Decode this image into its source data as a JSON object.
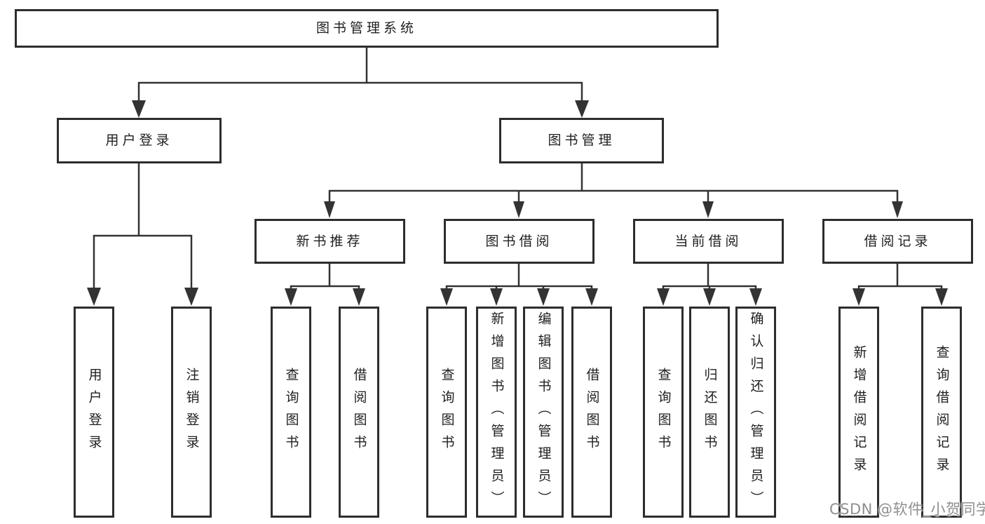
{
  "root": {
    "label": "图书管理系统"
  },
  "level2": [
    {
      "label": "用户登录"
    },
    {
      "label": "图书管理"
    }
  ],
  "level3": [
    {
      "label": "新书推荐"
    },
    {
      "label": "图书借阅"
    },
    {
      "label": "当前借阅"
    },
    {
      "label": "借阅记录"
    }
  ],
  "leaves": [
    {
      "label": "用户登录"
    },
    {
      "label": "注销登录"
    },
    {
      "label": "查询图书"
    },
    {
      "label": "借阅图书"
    },
    {
      "label": "查询图书"
    },
    {
      "label": "新增图书（管理员）"
    },
    {
      "label": "编辑图书（管理员）"
    },
    {
      "label": "借阅图书"
    },
    {
      "label": "查询图书"
    },
    {
      "label": "归还图书"
    },
    {
      "label": "确认归还（管理员）"
    },
    {
      "label": "新增借阅记录"
    },
    {
      "label": "查询借阅记录"
    }
  ],
  "watermark": {
    "text": "CSDN @软件_小贺同学"
  },
  "colors": {
    "line": "#333333",
    "border": "#2d2d2d",
    "text": "#1f1f1f",
    "background": "#ffffff",
    "watermark": "#8f8f8f"
  }
}
